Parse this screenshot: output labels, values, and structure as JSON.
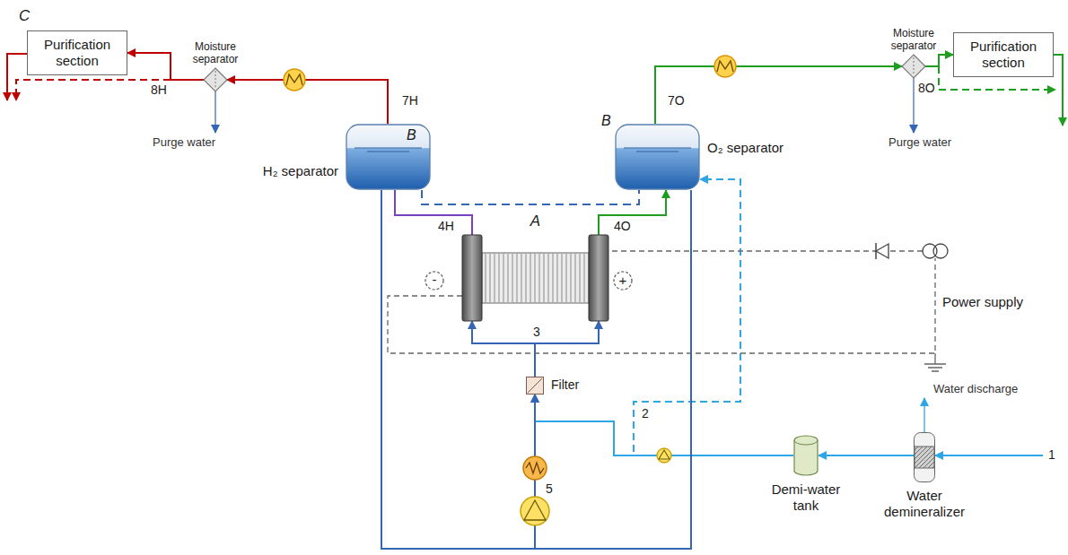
{
  "diagram": {
    "nodes": [
      {
        "text": [
          "C",
          "Purification section"
        ]
      },
      {
        "text": [
          "Moisture separator"
        ]
      },
      {
        "text": [
          "H₂ separator",
          "B"
        ]
      },
      {
        "text": [
          "B",
          "O₂ separator"
        ]
      },
      {
        "text": [
          "Moisture separator"
        ]
      },
      {
        "text": [
          "Purification section"
        ]
      },
      {
        "text": [
          "A"
        ]
      },
      {
        "text": [
          "Filter"
        ]
      },
      {
        "text": [
          "Power supply"
        ]
      },
      {
        "text": [
          "Demi-water tank"
        ]
      },
      {
        "text": [
          "Water demineralizer"
        ]
      }
    ],
    "edges": [
      {
        "from": 2,
        "to": 1,
        "arrow": "to"
      },
      {
        "from": 1,
        "to": 0,
        "arrow": "to"
      },
      {
        "from": 3,
        "to": 4,
        "arrow": "to"
      },
      {
        "from": 4,
        "to": 5,
        "arrow": "to"
      },
      {
        "from": 6,
        "to": 2,
        "arrow": "none"
      },
      {
        "from": 6,
        "to": 3,
        "arrow": "to"
      },
      {
        "from": 2,
        "to": 3,
        "arrow": "none"
      },
      {
        "from": 7,
        "to": 6,
        "arrow": "to"
      },
      {
        "from": 9,
        "to": 3,
        "arrow": "to"
      },
      {
        "from": 9,
        "to": 7,
        "arrow": "to"
      },
      {
        "from": 10,
        "to": 9,
        "arrow": "to"
      },
      {
        "from": 2,
        "to": 7,
        "arrow": "to"
      },
      {
        "from": 3,
        "to": 7,
        "arrow": "to"
      },
      {
        "from": 8,
        "to": 6,
        "arrow": "none"
      }
    ],
    "labels": [
      "7H",
      "8H",
      "Purge water",
      "7O",
      "8O",
      "Purge water",
      "4H",
      "4O",
      "-",
      "+",
      "3",
      "Water discharge",
      "2",
      "1",
      "5"
    ]
  }
}
